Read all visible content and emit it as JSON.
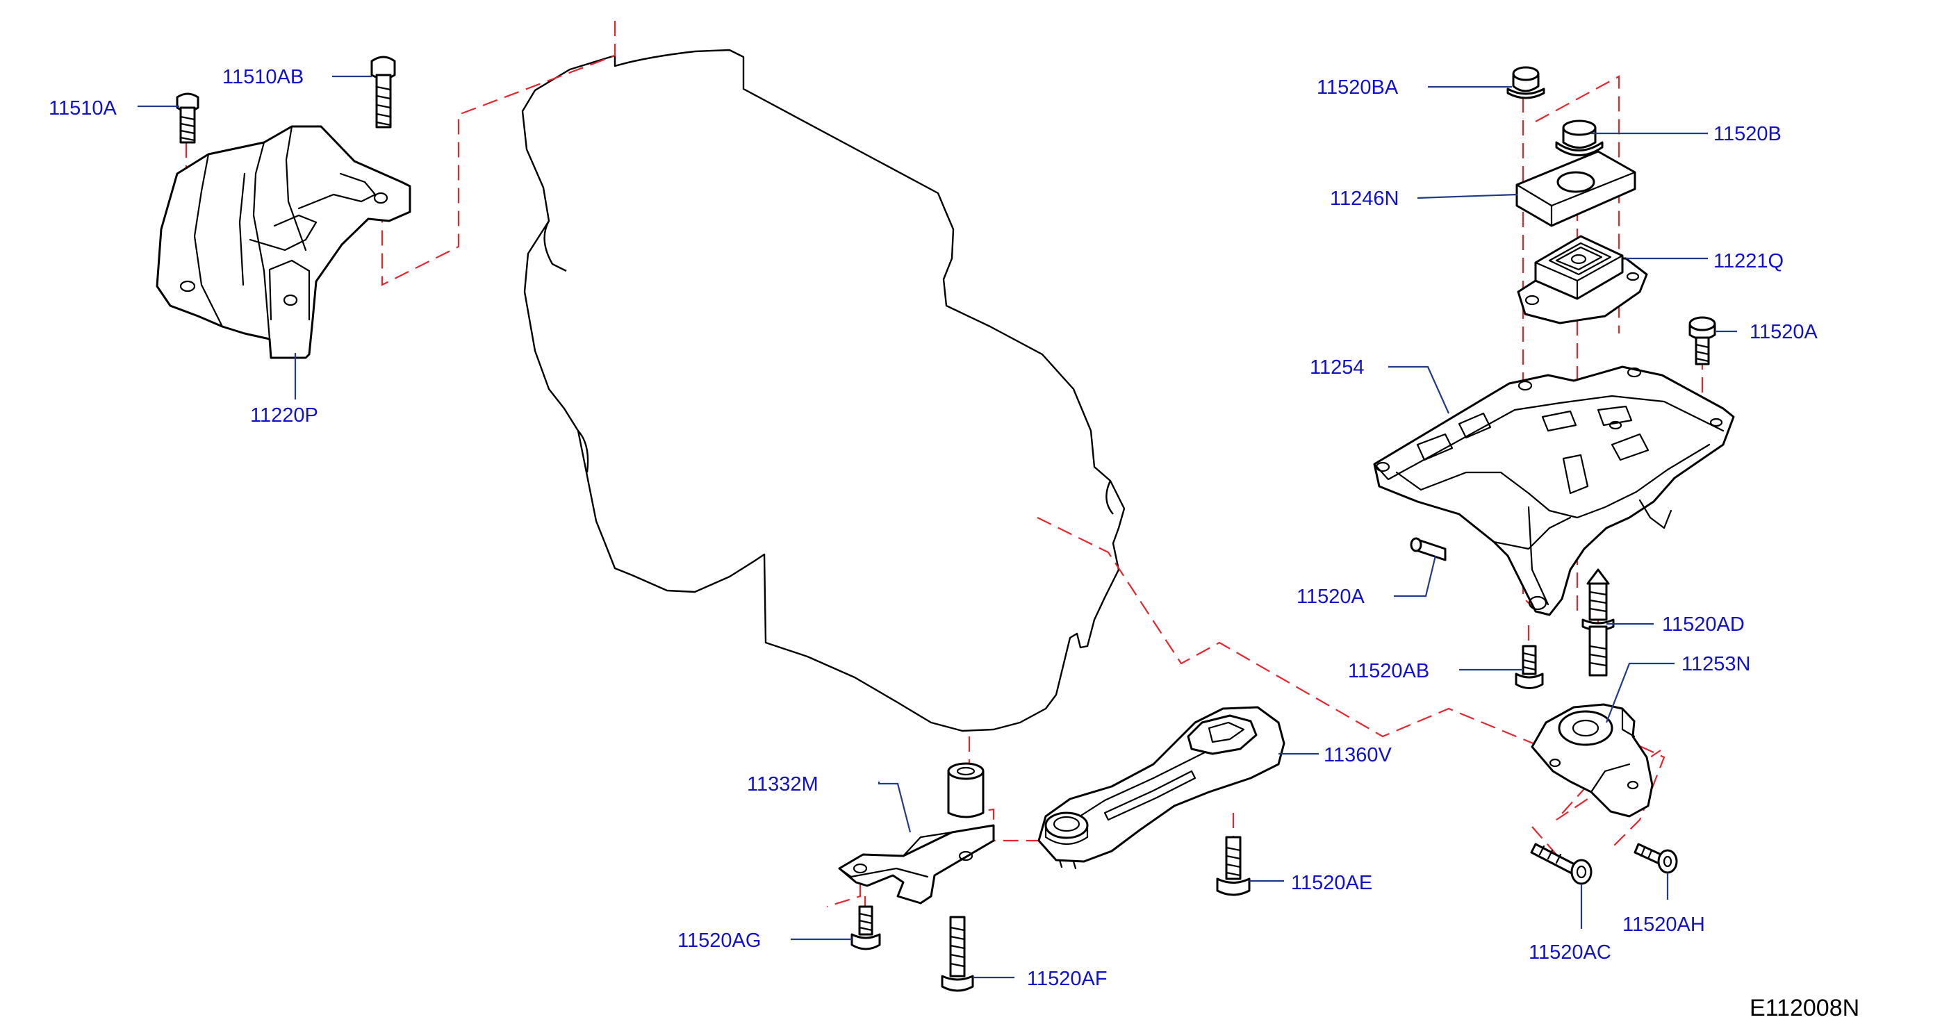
{
  "diagram_code": "E112008N",
  "labels": {
    "p11510A": "11510A",
    "p11510AB": "11510AB",
    "p11220P": "11220P",
    "p11520BA": "11520BA",
    "p11520B": "11520B",
    "p11246N": "11246N",
    "p11221Q": "11221Q",
    "p11520A_top": "11520A",
    "p11254": "11254",
    "p11520A_left": "11520A",
    "p11520AD": "11520AD",
    "p11520AB": "11520AB",
    "p11253N": "11253N",
    "p11332M": "11332M",
    "p11360V": "11360V",
    "p11520AE": "11520AE",
    "p11520AG": "11520AG",
    "p11520AF": "11520AF",
    "p11520AC": "11520AC",
    "p11520AH": "11520AH"
  },
  "colors": {
    "label": "#1010d0",
    "leader": "#1f3a8a",
    "alignment_dash": "#e8242d",
    "outline": "#000000"
  }
}
